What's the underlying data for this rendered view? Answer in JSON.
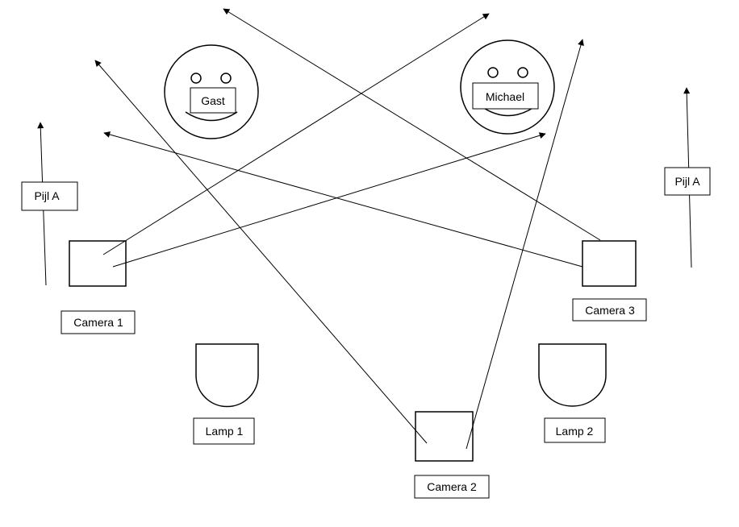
{
  "labels": {
    "guest": "Gast",
    "michael": "Michael",
    "arrow_a_left": "Pijl A",
    "arrow_a_right": "Pijl A",
    "camera1": "Camera 1",
    "camera2": "Camera 2",
    "camera3": "Camera 3",
    "lamp1": "Lamp 1",
    "lamp2": "Lamp 2"
  },
  "colors": {
    "stroke": "#000000",
    "background": "#ffffff"
  }
}
